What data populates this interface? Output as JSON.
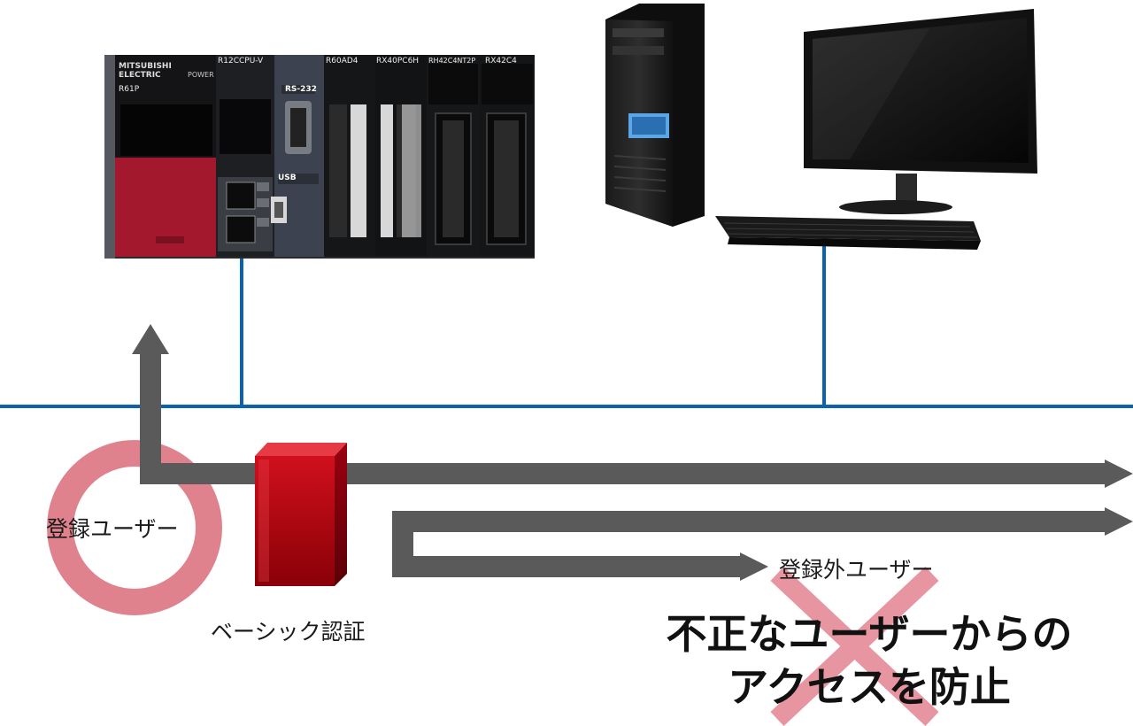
{
  "labels": {
    "registered_user": "登録ユーザー",
    "basic_auth": "ベーシック認証",
    "unregistered_user": "登録外ユーザー",
    "headline_line1": "不正なユーザーからの",
    "headline_line2": "アクセスを防止"
  },
  "plc": {
    "brand": "MITSUBISHI ELECTRIC",
    "power_module": "R61P",
    "power_label": "POWER",
    "cpu_model": "R12CCPU-V",
    "analog_module": "R60AD4",
    "input_module": "RX40PC6H",
    "io_module": "RH42C4NT2P",
    "input_module_2": "RX42C4",
    "serial_port": "RS-232",
    "usb_label": "USB"
  },
  "colors": {
    "network_line": "#0b62b0",
    "flow_arrow": "#5a5a5a",
    "ok_circle": "#e0828d",
    "deny_cross": "#e58a96",
    "auth_box": "#b80010"
  },
  "icons": {
    "auth_box": "red-box-icon",
    "ok_mark": "circle-icon",
    "deny_mark": "cross-icon"
  }
}
